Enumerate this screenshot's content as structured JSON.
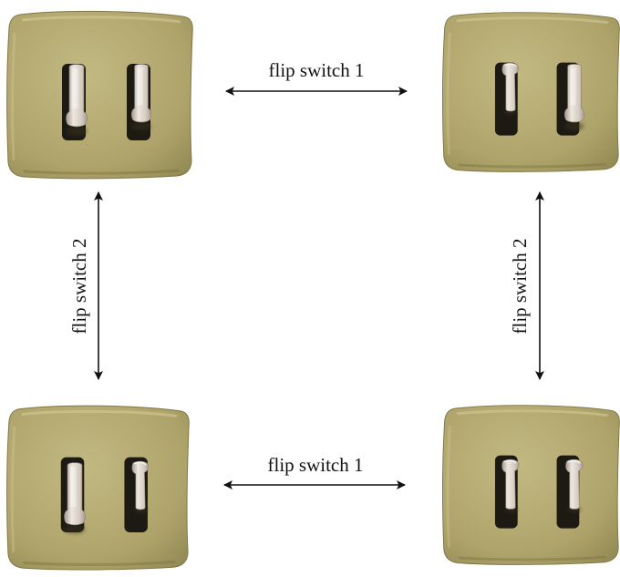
{
  "diagram": {
    "colors": {
      "plate_light": "#c2b882",
      "plate_mid": "#aea46b",
      "plate_dark": "#8e8450",
      "toggle_light": "#eee8e0",
      "toggle_mid": "#d3c9bf",
      "toggle_dark": "#a69c92",
      "slot_dark": "#1c1a12",
      "arrow": "#111111"
    },
    "states": [
      {
        "name": "top-left",
        "switch_1": "down",
        "switch_2": "down"
      },
      {
        "name": "top-right",
        "switch_1": "up",
        "switch_2": "down"
      },
      {
        "name": "bottom-left",
        "switch_1": "down",
        "switch_2": "up"
      },
      {
        "name": "bottom-right",
        "switch_1": "up",
        "switch_2": "up"
      }
    ],
    "edges": {
      "top": {
        "label": "flip switch 1"
      },
      "bottom": {
        "label": "flip switch 1"
      },
      "left": {
        "label": "flip switch 2"
      },
      "right": {
        "label": "flip switch 2"
      }
    }
  }
}
